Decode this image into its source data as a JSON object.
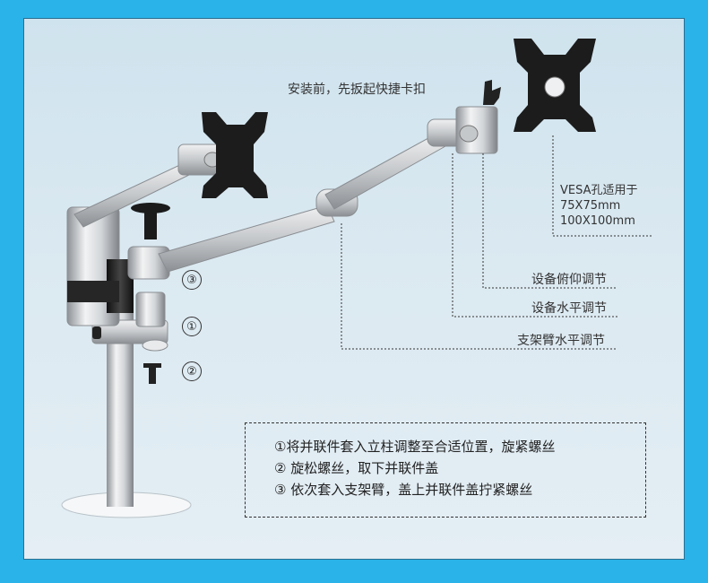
{
  "labels": {
    "before_install": "安装前，先扳起快捷卡扣",
    "vesa_title": "VESA孔适用于",
    "vesa_size_1": "75X75mm",
    "vesa_size_2": "100X100mm",
    "tilt_adjust": "设备俯仰调节",
    "device_horizontal_adjust": "设备水平调节",
    "arm_horizontal_adjust": "支架臂水平调节"
  },
  "markers": {
    "one": "①",
    "two": "②",
    "three": "③"
  },
  "instructions": [
    "①将并联件套入立柱调整至合适位置，旋紧螺丝",
    "② 旋松螺丝，取下并联件盖",
    "③ 依次套入支架臂，盖上并联件盖拧紧螺丝"
  ],
  "colors": {
    "background": "#29b3e8",
    "panel": "#dbe9f1",
    "metal": "#c9ccd0",
    "mount_plate": "#1c1c1c"
  }
}
